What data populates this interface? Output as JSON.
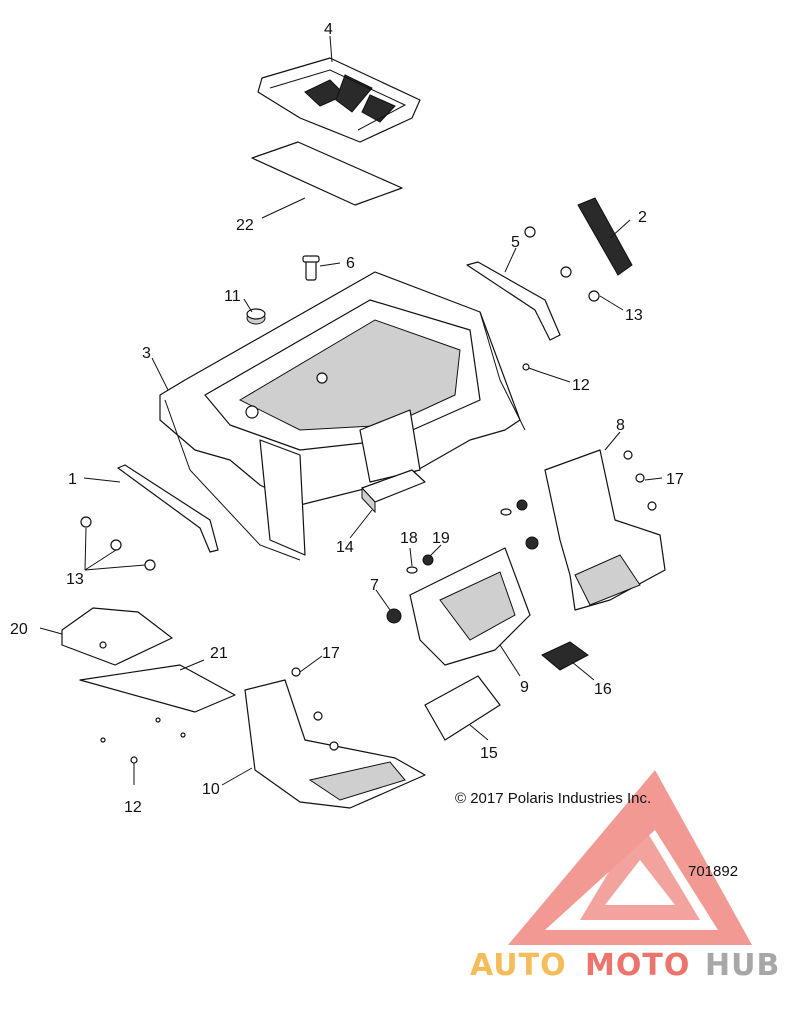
{
  "callouts": {
    "c1": "1",
    "c2": "2",
    "c3": "3",
    "c4": "4",
    "c5": "5",
    "c6": "6",
    "c7": "7",
    "c8": "8",
    "c9": "9",
    "c10": "10",
    "c11": "11",
    "c12a": "12",
    "c12b": "12",
    "c13a": "13",
    "c13b": "13",
    "c14": "14",
    "c15": "15",
    "c16": "16",
    "c17a": "17",
    "c17b": "17",
    "c18": "18",
    "c19": "19",
    "c20": "20",
    "c21": "21",
    "c22": "22"
  },
  "copyright": "© 2017 Polaris Industries Inc.",
  "diagram_number": "701892",
  "watermark": {
    "text_part1": "AUTO",
    "text_part2": "MOTO",
    "text_part3": "HUB",
    "color_red": "#e8463c",
    "color_orange": "#f5a623",
    "color_gray": "#8a8a8a"
  }
}
